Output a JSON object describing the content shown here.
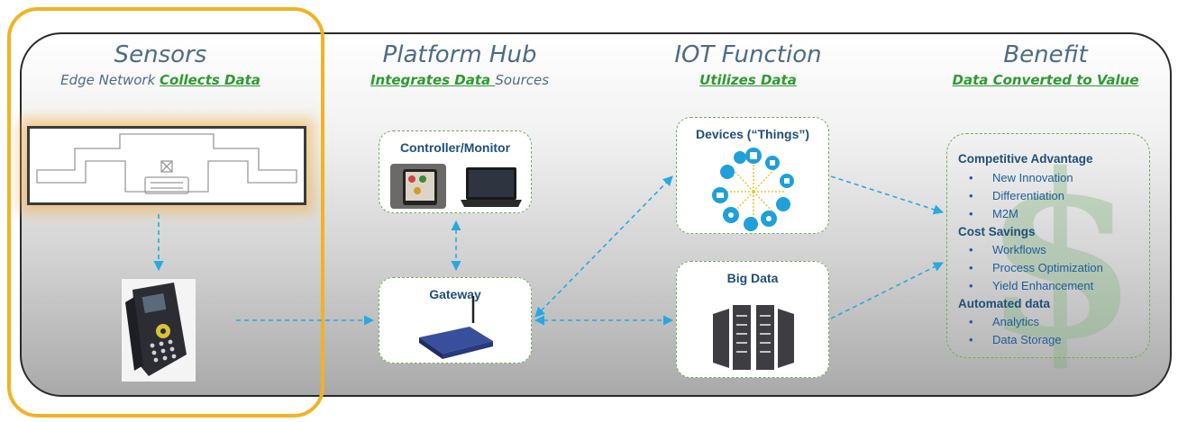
{
  "columns": [
    {
      "title": "Sensors",
      "sub_plain": "Edge Network ",
      "sub_emph": "Collects Data",
      "sub_after": ""
    },
    {
      "title": "Platform Hub",
      "sub_plain": "",
      "sub_emph": "Integrates Data ",
      "sub_after": "Sources"
    },
    {
      "title": "IOT Function",
      "sub_plain": "",
      "sub_emph": "Utilizes Data",
      "sub_after": ""
    },
    {
      "title": "Benefit",
      "sub_plain": "",
      "sub_emph": "Data Converted to Value",
      "sub_after": ""
    }
  ],
  "boxes": {
    "controller": "Controller/Monitor",
    "gateway": "Gateway",
    "devices": "Devices (“Things”)",
    "bigdata": "Big Data"
  },
  "benefit": {
    "cat1": "Competitive Advantage",
    "cat1_items": [
      "New Innovation",
      "Differentiation",
      "M2M"
    ],
    "cat2": "Cost Savings",
    "cat2_items": [
      "Workflows",
      "Process Optimization",
      "Yield Enhancement"
    ],
    "cat3": "Automated data",
    "cat3_items": [
      "Analytics",
      "Data Storage"
    ],
    "watermark": "$"
  },
  "colors": {
    "accent": "#f0b323",
    "link": "#2f9a32",
    "title": "#4e6b86",
    "arrow": "#29a8e0"
  }
}
